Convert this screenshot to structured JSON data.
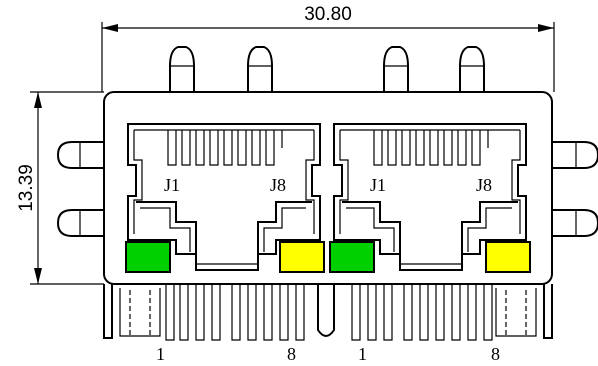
{
  "dimensions": {
    "width": "30.80",
    "height": "13.39"
  },
  "ports": [
    {
      "top_left_label": "J1",
      "top_right_label": "J8",
      "bottom_left_label": "1",
      "bottom_right_label": "8"
    },
    {
      "top_left_label": "J1",
      "top_right_label": "J8",
      "bottom_left_label": "1",
      "bottom_right_label": "8"
    }
  ],
  "colors": {
    "left_led": "#00d000",
    "right_led": "#ffff00",
    "line": "#000000"
  }
}
